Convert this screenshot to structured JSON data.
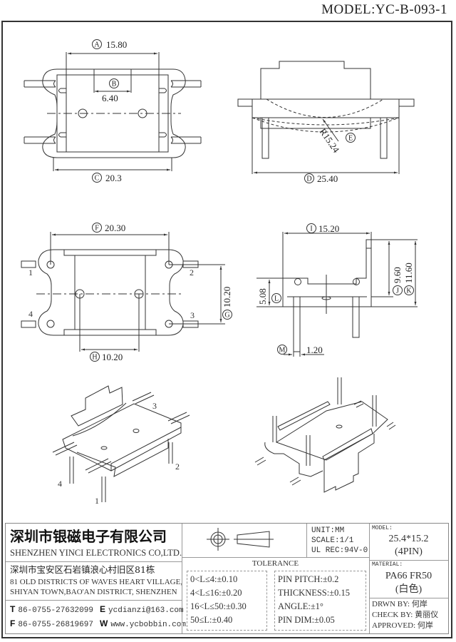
{
  "header": {
    "model_title": "MODEL:YC-B-093-1"
  },
  "drawing": {
    "views": {
      "top_view": {
        "dims": [
          {
            "id": "A",
            "value": "15.80"
          },
          {
            "id": "B",
            "value": "6.40"
          },
          {
            "id": "C",
            "value": "20.3"
          }
        ]
      },
      "side_view": {
        "dims": [
          {
            "id": "D",
            "value": "25.40"
          },
          {
            "id": "E",
            "value": "R15.24"
          }
        ]
      },
      "bottom_view": {
        "dims": [
          {
            "id": "F",
            "value": "20.30"
          },
          {
            "id": "G",
            "value": "10.20"
          },
          {
            "id": "H",
            "value": "10.20"
          }
        ],
        "pins": [
          "1",
          "2",
          "3",
          "4"
        ]
      },
      "end_view": {
        "dims": [
          {
            "id": "I",
            "value": "15.20"
          },
          {
            "id": "J",
            "value": "9.60"
          },
          {
            "id": "K",
            "value": "11.60"
          },
          {
            "id": "L",
            "value": "5.08"
          },
          {
            "id": "M",
            "value": "1.20"
          }
        ]
      },
      "iso_view": {
        "pins": [
          "1",
          "2",
          "3",
          "4"
        ]
      }
    }
  },
  "title_block": {
    "company_cn": "深圳市银磁电子有限公司",
    "company_en": "SHENZHEN YINCI ELECTRONICS CO,LTD.",
    "address_cn": "深圳市宝安区石岩镇浪心村旧区81栋",
    "address_en_1": "81 OLD DISTRICTS OF WAVES HEART VILLAGE,",
    "address_en_2": "SHIYAN TOWN,BAO'AN DISTRICT, SHENZHEN",
    "contacts": {
      "tel_label": "T",
      "tel": "86-0755-27632099",
      "email_label": "E",
      "email": "ycdianzi@163.com",
      "fax_label": "F",
      "fax": "86-0755-26819697",
      "web_label": "W",
      "web": "www.ycbobbin.com"
    },
    "specs": {
      "unit": "UNIT:MM",
      "scale": "SCALE:1/1",
      "ul": "UL REC:94V-0"
    },
    "tolerance": {
      "title": "TOLERANCE",
      "length": [
        "0<L≤4:±0.10",
        "4<L≤16:±0.20",
        "16<L≤50:±0.30",
        "50≤L:±0.40"
      ],
      "other": [
        "PIN PITCH:±0.2",
        "THICKNESS:±0.15",
        "ANGLE:±1°",
        "PIN DIM:±0.05"
      ]
    },
    "model": {
      "label": "MODEL:",
      "value_1": "25.4*15.2",
      "value_2": "(4PIN)"
    },
    "material": {
      "label": "MATERIAL:",
      "value_1": "PA66 FR50",
      "value_2": "(白色)"
    },
    "signoff": {
      "drawn": "DRWN BY: 何岸",
      "checked": "CHECK BY: 黄丽仪",
      "approved": "APPROVED: 何岸"
    }
  }
}
